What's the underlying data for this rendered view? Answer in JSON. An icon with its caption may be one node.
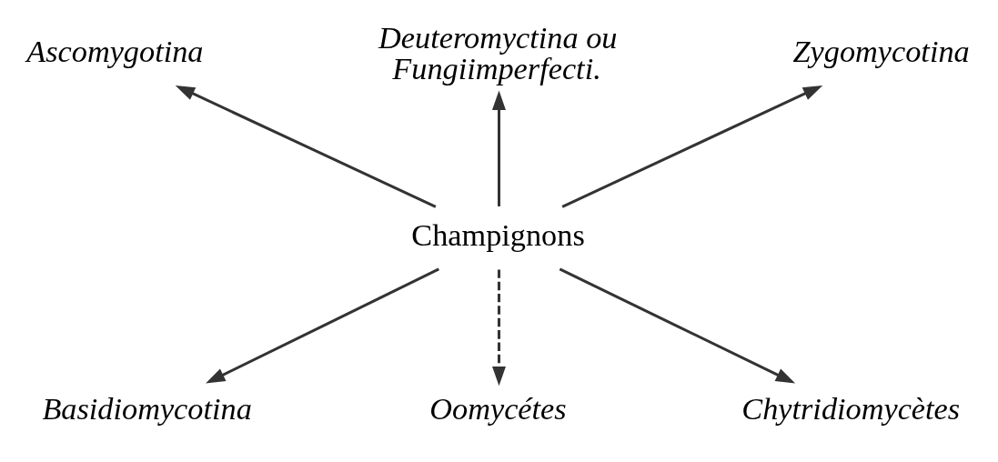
{
  "diagram": {
    "nodes": [
      {
        "text": [
          "Deuteromyctina ou Fungiimperfecti."
        ]
      },
      {
        "text": [
          "Ascomygotina"
        ]
      },
      {
        "text": [
          "Zygomycotina"
        ]
      },
      {
        "text": [
          "Champignons"
        ]
      },
      {
        "text": [
          "Basidiomycotina"
        ]
      },
      {
        "text": [
          "Chytridiomycètes"
        ]
      },
      {
        "text": [
          "Oomycétes"
        ]
      }
    ],
    "edges": [
      {
        "from": 3,
        "to": 0,
        "arrow": "to"
      },
      {
        "from": 3,
        "to": 1,
        "arrow": "to"
      },
      {
        "from": 3,
        "to": 2,
        "arrow": "to"
      },
      {
        "from": 3,
        "to": 4,
        "arrow": "to"
      },
      {
        "from": 3,
        "to": 5,
        "arrow": "to"
      },
      {
        "from": 3,
        "to": 6,
        "arrow": "to",
        "style": "dashed"
      }
    ]
  }
}
